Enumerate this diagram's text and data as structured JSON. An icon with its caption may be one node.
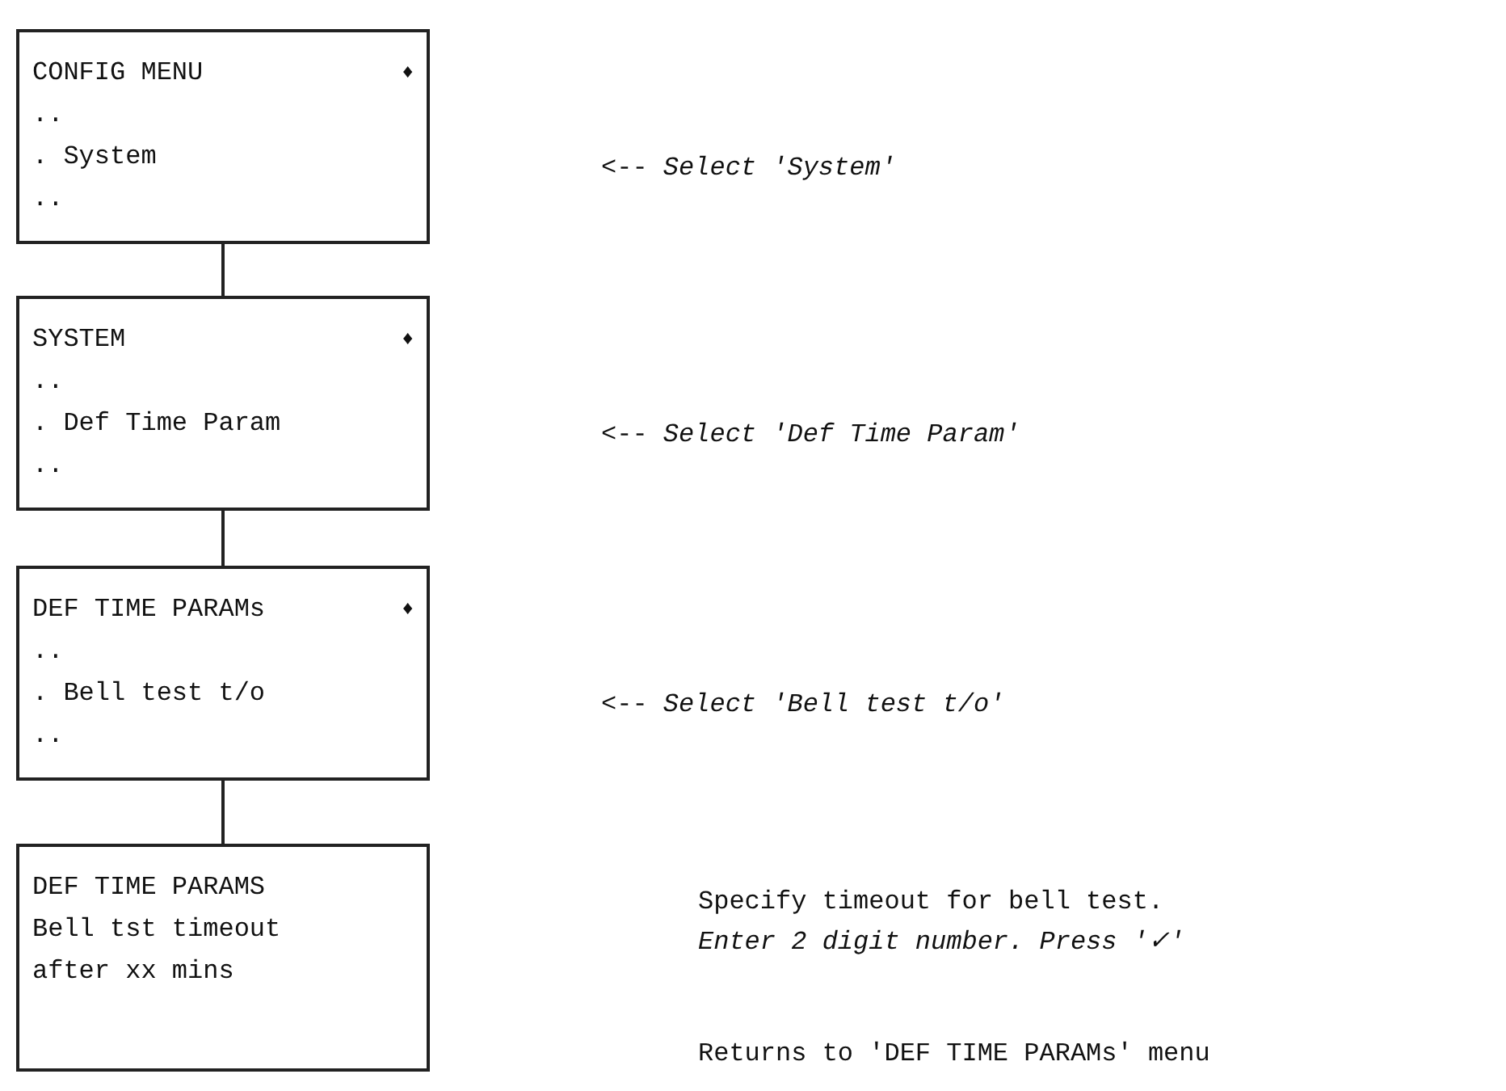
{
  "diagram": {
    "nodes": [
      {
        "text": [
          "CONFIG MENU",
          "♦",
          "..",
          ". System",
          ".."
        ]
      },
      {
        "text": [
          "SYSTEM",
          "♦",
          "..",
          ". Def Time Param",
          ".."
        ]
      },
      {
        "text": [
          "DEF TIME PARAMs",
          "♦",
          "..",
          ". Bell test t/o",
          ".."
        ]
      },
      {
        "text": [
          "DEF TIME PARAMS",
          "Bell tst timeout",
          "after xx mins"
        ]
      }
    ],
    "edges": [
      {
        "from": 0,
        "to": 1,
        "arrow": "none"
      },
      {
        "from": 1,
        "to": 2,
        "arrow": "none"
      },
      {
        "from": 2,
        "to": 3,
        "arrow": "none"
      }
    ],
    "labels": [
      "<-- *Select 'System'*",
      "<-- *Select 'Def Time Param'*",
      "<-- *Select 'Bell test t/o'*",
      "Specify timeout for bell test.",
      "Enter 2 digit number. Press '✓'",
      "Returns to 'DEF TIME PARAMs' menu"
    ]
  }
}
